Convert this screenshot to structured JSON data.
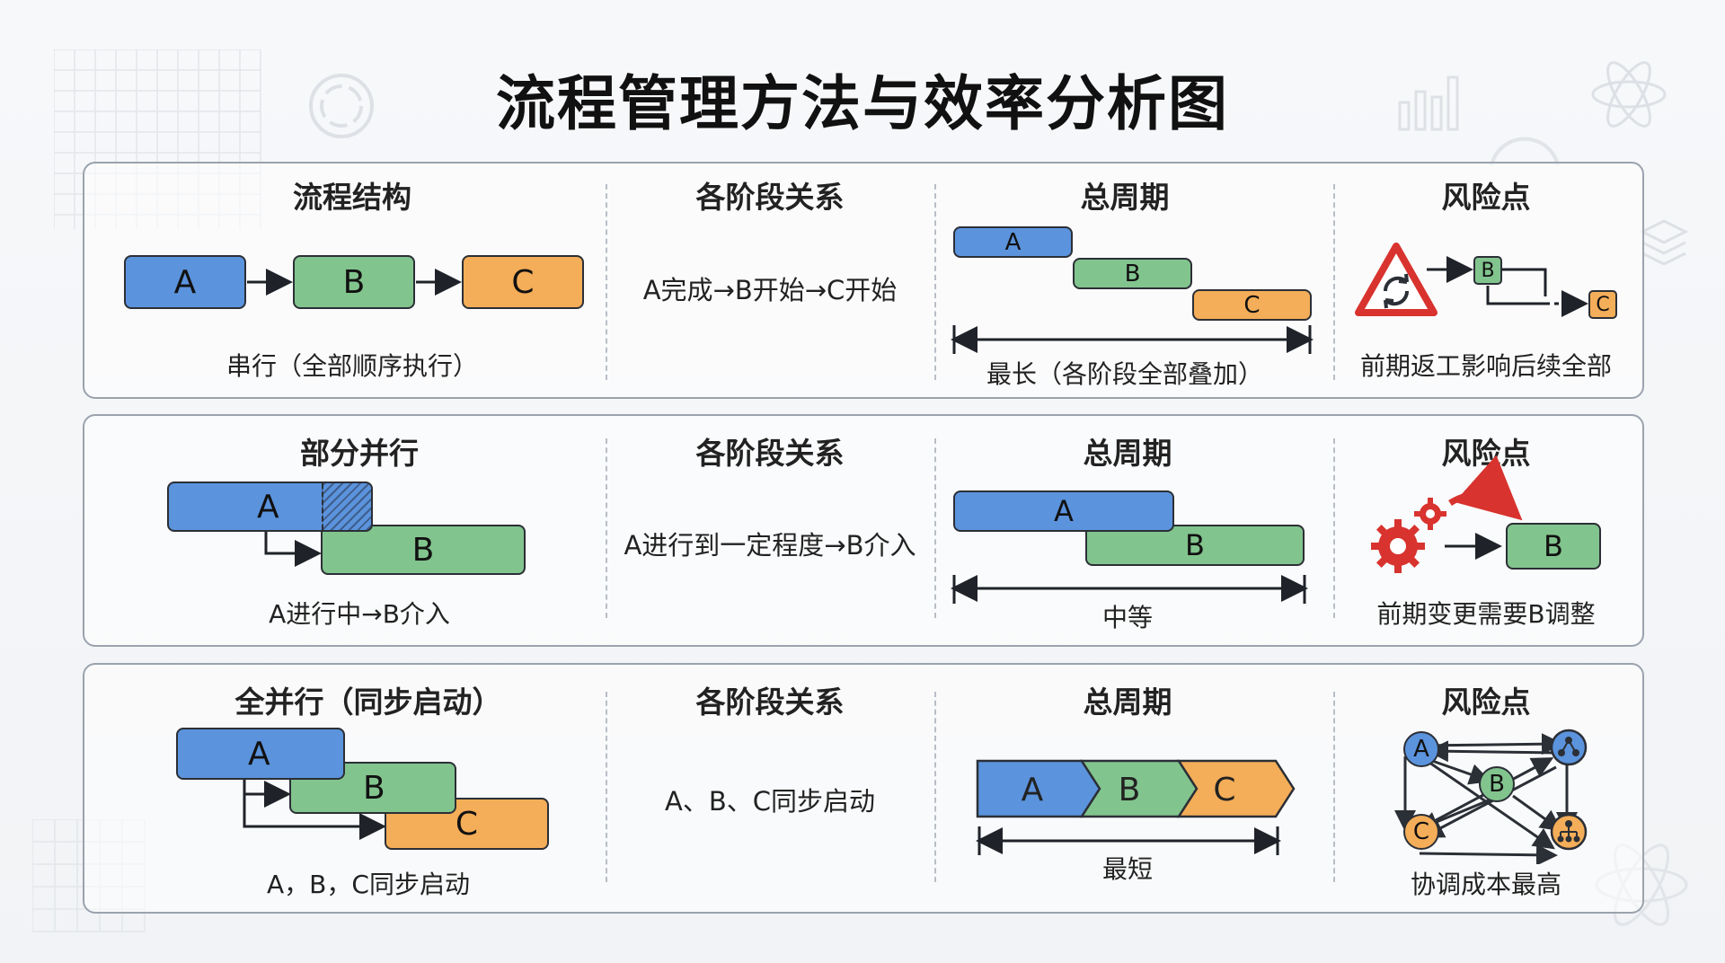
{
  "title": "流程管理方法与效率分析图",
  "colors": {
    "blue": "#5b93dd",
    "green": "#82c48e",
    "orange": "#f4ad58",
    "risk_red": "#d8332e"
  },
  "column_headers": {
    "relation": "各阶段关系",
    "cycle": "总周期",
    "risk": "风险点"
  },
  "rows": [
    {
      "structure_title": "流程结构",
      "structure_caption": "串行（全部顺序执行）",
      "relation": "A完成→B开始→C开始",
      "cycle_caption": "最长（各阶段全部叠加）",
      "risk_caption": "前期返工影响后续全部",
      "stages": [
        "A",
        "B",
        "C"
      ],
      "risk_stages": [
        "B",
        "C"
      ],
      "risk_icon": "rework-warning-icon"
    },
    {
      "structure_title": "部分并行",
      "structure_caption": "A进行中→B介入",
      "relation": "A进行到一定程度→B介入",
      "cycle_caption": "中等",
      "risk_caption": "前期变更需要B调整",
      "stages": [
        "A",
        "B"
      ],
      "risk_stages": [
        "B"
      ],
      "risk_icon": "gears-icon"
    },
    {
      "structure_title": "全并行（同步启动）",
      "structure_caption": "A，B，C同步启动",
      "relation": "A、B、C同步启动",
      "cycle_caption": "最短",
      "risk_caption": "协调成本最高",
      "stages": [
        "A",
        "B",
        "C"
      ],
      "risk_stages": [
        "A",
        "B",
        "C"
      ],
      "risk_icon": "network-icon"
    }
  ]
}
